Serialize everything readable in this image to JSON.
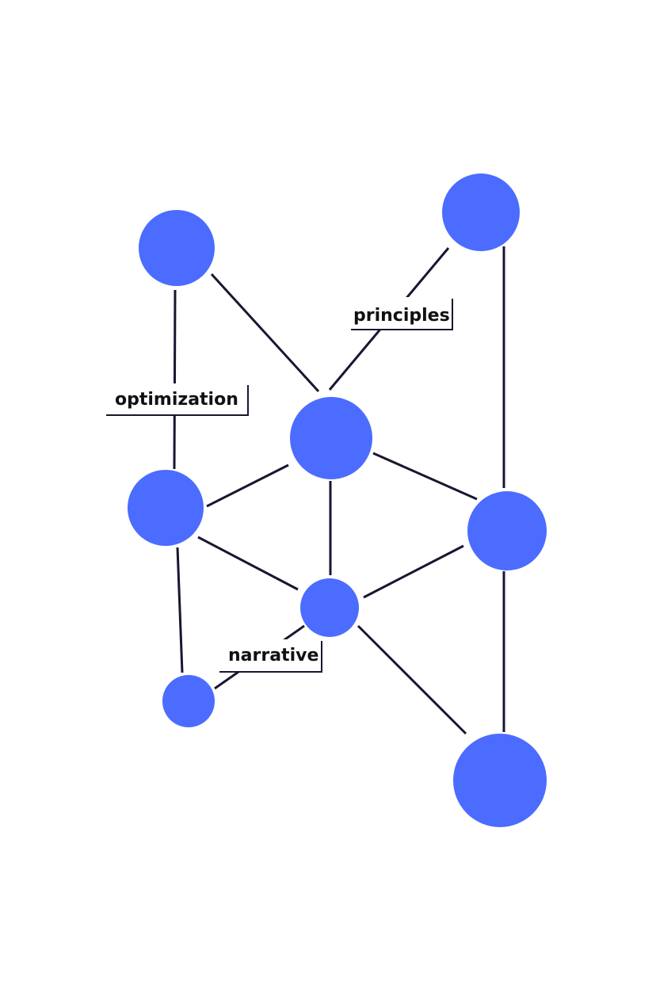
{
  "colors": {
    "node_fill": "#4b6cff",
    "edge_stroke": "#1a1530",
    "background": "#ffffff"
  },
  "diagram": {
    "type": "network-graph",
    "nodes": [
      {
        "id": "n1"
      },
      {
        "id": "n2"
      },
      {
        "id": "n3"
      },
      {
        "id": "n4"
      },
      {
        "id": "n5"
      },
      {
        "id": "n6"
      },
      {
        "id": "n7"
      },
      {
        "id": "n8"
      }
    ],
    "edges": [
      {
        "from": "n1",
        "to": "n4",
        "label": "optimization"
      },
      {
        "from": "n1",
        "to": "n3",
        "label": ""
      },
      {
        "from": "n2",
        "to": "n3",
        "label": "principles"
      },
      {
        "from": "n2",
        "to": "n5",
        "label": ""
      },
      {
        "from": "n3",
        "to": "n4",
        "label": ""
      },
      {
        "from": "n3",
        "to": "n5",
        "label": ""
      },
      {
        "from": "n3",
        "to": "n6",
        "label": ""
      },
      {
        "from": "n4",
        "to": "n6",
        "label": ""
      },
      {
        "from": "n4",
        "to": "n7",
        "label": ""
      },
      {
        "from": "n5",
        "to": "n6",
        "label": ""
      },
      {
        "from": "n5",
        "to": "n8",
        "label": ""
      },
      {
        "from": "n6",
        "to": "n7",
        "label": "narrative"
      },
      {
        "from": "n6",
        "to": "n8",
        "label": ""
      }
    ]
  }
}
